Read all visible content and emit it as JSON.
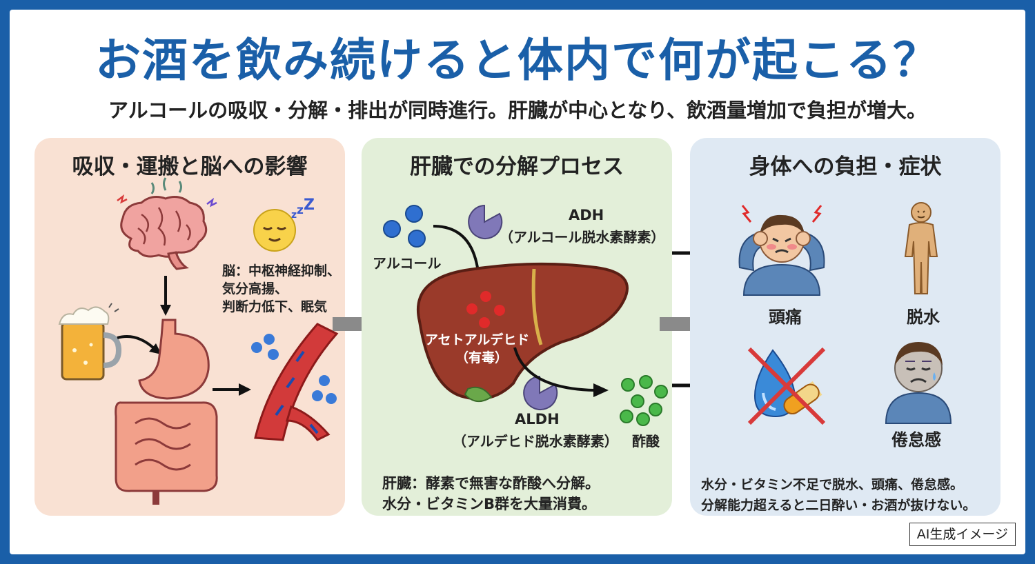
{
  "title": "お酒を飲み続けると体内で何が起こる？",
  "subtitle": "アルコールの吸収・分解・排出が同時進行。肝臓が中心となり、飲酒量増加で負担が増大。",
  "panels": {
    "absorption": {
      "title": "吸収・運搬と脳への影響",
      "brain_note": [
        "脳：中枢神経抑制、",
        "気分高揚、",
        "判断力低下、眠気"
      ]
    },
    "liver": {
      "title": "肝臓での分解プロセス",
      "adh_name": "ADH",
      "adh_desc": "（アルコール脱水素酵素）",
      "alcohol_label": "アルコール",
      "acetaldehyde_label": "アセトアルデヒド",
      "acetaldehyde_note": "（有毒）",
      "aldh_name": "ALDH",
      "aldh_desc": "（アルデヒド脱水素酵素）",
      "acetic_acid_label": "酢酸",
      "summary": [
        "肝臓：酵素で無害な酢酸へ分解。",
        "水分・ビタミンB群を大量消費。"
      ]
    },
    "burden": {
      "title": "身体への負担・症状",
      "symptoms": {
        "headache": "頭痛",
        "dehydration": "脱水",
        "fatigue": "倦怠感"
      },
      "summary": [
        "水分・ビタミン不足で脱水、頭痛、倦怠感。",
        "分解能力超えると二日酔い・お酒が抜けない。"
      ]
    }
  },
  "badge": "AI生成イメージ",
  "colors": {
    "frame": "#1a5fa8",
    "title": "#1a5fa8",
    "panel_absorption": "#f9e1d3",
    "panel_liver": "#e3efd9",
    "panel_burden": "#dfe9f3"
  }
}
